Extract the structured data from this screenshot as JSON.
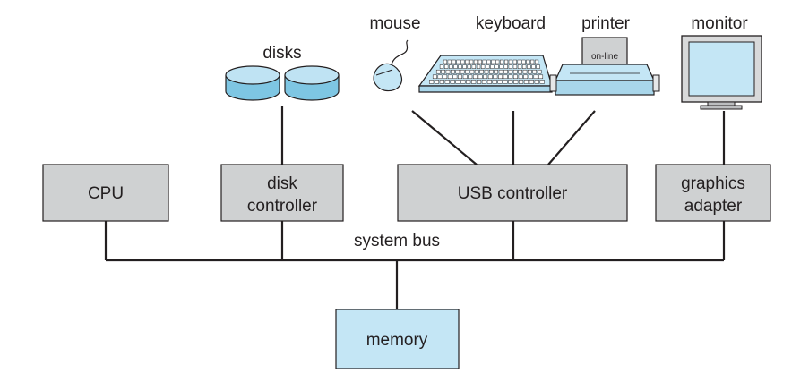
{
  "colors": {
    "controller_fill": "#cfd1d2",
    "memory_fill": "#c4e6f5",
    "device_fill": "#c4e6f5",
    "line": "#231f20"
  },
  "components": {
    "cpu": "CPU",
    "disk_controller": [
      "disk",
      "controller"
    ],
    "usb_controller": "USB controller",
    "graphics_adapter": [
      "graphics",
      "adapter"
    ],
    "memory": "memory"
  },
  "bus_label": "system bus",
  "devices": {
    "disks": "disks",
    "mouse": "mouse",
    "keyboard": "keyboard",
    "printer": "printer",
    "printer_panel": "on-line",
    "monitor": "monitor"
  },
  "icons": [
    "disk-icon",
    "mouse-icon",
    "keyboard-icon",
    "printer-icon",
    "monitor-icon"
  ]
}
